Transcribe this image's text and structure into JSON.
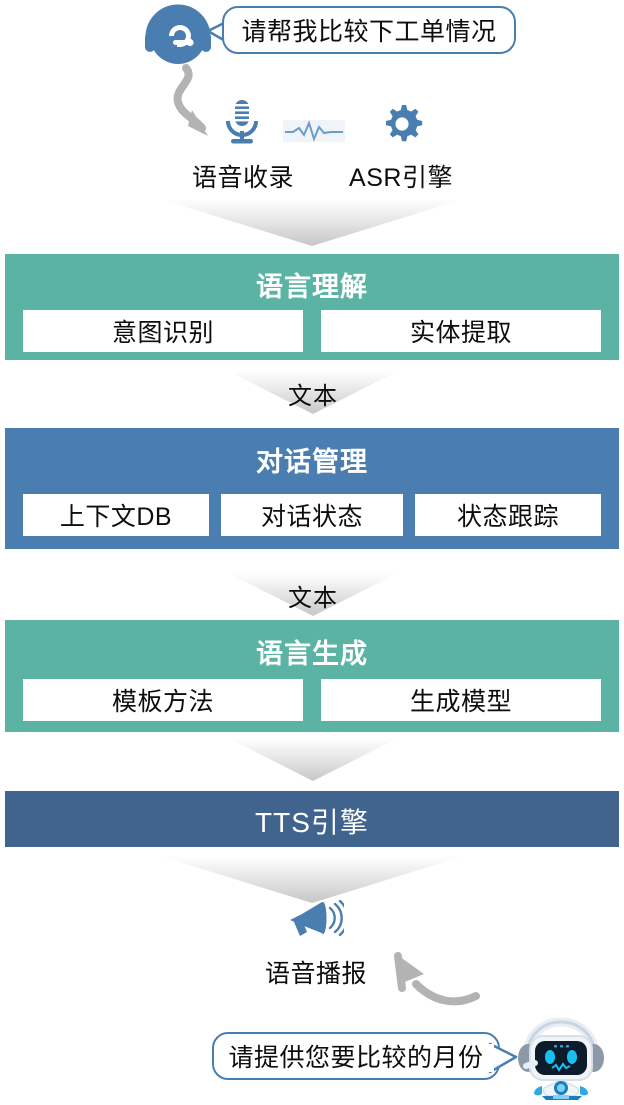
{
  "diagram": {
    "title_flow": "Voice assistant pipeline",
    "user_bubble": {
      "text": "请帮我比较下工单情况",
      "icon": "headset-agent-icon"
    },
    "input_stage": {
      "mic_icon": "microphone-icon",
      "waveform_icon": "audio-waveform-icon",
      "gear_icon": "gear-icon",
      "labels": [
        "语音收录",
        "ASR引擎"
      ]
    },
    "bands": [
      {
        "id": "nlu",
        "title": "语言理解",
        "color": "#5bb3a4",
        "boxes": [
          "意图识别",
          "实体提取"
        ]
      },
      {
        "id": "dm",
        "title": "对话管理",
        "color": "#4a7eb0",
        "boxes": [
          "上下文DB",
          "对话状态",
          "状态跟踪"
        ]
      },
      {
        "id": "nlg",
        "title": "语言生成",
        "color": "#5bb3a4",
        "boxes": [
          "模板方法",
          "生成模型"
        ]
      },
      {
        "id": "tts",
        "title": "TTS引擎",
        "color": "#41648e",
        "boxes": []
      }
    ],
    "connectors": [
      {
        "id": "asr-to-nlu",
        "label": ""
      },
      {
        "id": "nlu-to-dm",
        "label": "文本"
      },
      {
        "id": "dm-to-nlg",
        "label": "文本"
      },
      {
        "id": "nlg-to-tts",
        "label": ""
      },
      {
        "id": "tts-to-output",
        "label": ""
      }
    ],
    "output_stage": {
      "speaker_icon": "megaphone-speaker-icon",
      "label": "语音播报"
    },
    "bot_bubble": {
      "text": "请提供您要比较的月份",
      "icon": "robot-assistant-icon"
    },
    "curved_arrows": [
      "curved-arrow-down-right",
      "curved-arrow-up-left"
    ],
    "colors": {
      "green": "#5bb3a4",
      "blue": "#4a7eb0",
      "dark_blue": "#41648e",
      "icon_blue": "#4a7eb0",
      "arrow_gray": "#b3b3b3"
    }
  }
}
